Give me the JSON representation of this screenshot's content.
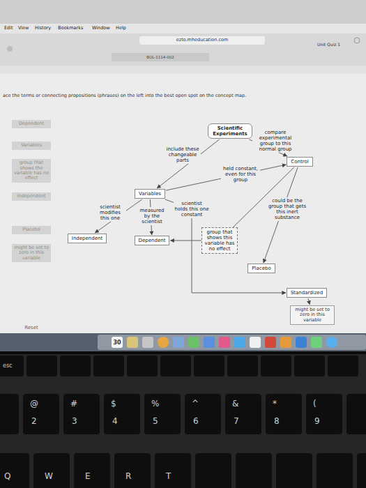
{
  "diagram": {
    "nodes": [
      {
        "text": [
          "Dependent"
        ]
      },
      {
        "text": [
          "Variables"
        ]
      },
      {
        "text": [
          "group that shows the variable has no effect"
        ]
      },
      {
        "text": [
          "Independent"
        ]
      },
      {
        "text": [
          "Placebo"
        ]
      },
      {
        "text": [
          "might be set to zero in this variable"
        ]
      },
      {
        "text": [
          "Scientific Experiments"
        ]
      },
      {
        "text": [
          "Variables"
        ]
      },
      {
        "text": [
          "Control"
        ]
      },
      {
        "text": [
          "Independent"
        ]
      },
      {
        "text": [
          "Dependent"
        ]
      },
      {
        "text": [
          "Placebo"
        ]
      },
      {
        "text": [
          "Standardized"
        ]
      },
      {
        "text": [
          "might be set to zero in this variable"
        ]
      }
    ],
    "edges": [
      {
        "from": 6,
        "to": 7,
        "arrow": "to",
        "label": "include these changeable parts"
      },
      {
        "from": 6,
        "to": 8,
        "arrow": "to",
        "label": "compare experimental group to this normal group"
      },
      {
        "from": 7,
        "to": 9,
        "arrow": "to",
        "label": "scientist modifies this one"
      },
      {
        "from": 7,
        "to": 10,
        "arrow": "to",
        "label": "measured by the scientist"
      },
      {
        "from": 7,
        "to": 8,
        "arrow": "to",
        "label": "held constant, even for this group"
      },
      {
        "from": 7,
        "to": 12,
        "arrow": "to",
        "label": "scientist holds this one constant"
      },
      {
        "from": 8,
        "to": 10,
        "arrow": "to",
        "label": "group that shows this variable has no effect"
      },
      {
        "from": 8,
        "to": 11,
        "arrow": "to",
        "label": "could be the group that gets this inert substance"
      },
      {
        "from": 12,
        "to": 13,
        "arrow": "to"
      }
    ],
    "labels": [
      "Edit",
      "View",
      "History",
      "Bookmarks",
      "Window",
      "Help",
      "ezto.mheducation.com",
      "Unit Quiz 1",
      "BOL-1114-002",
      "ace the terms or connecting propositions (phrases) on the left into the best open spot on the concept map.",
      "Reset",
      "30",
      "esc",
      "@",
      "2",
      "#",
      "3",
      "$",
      "4",
      "%",
      "5",
      "^",
      "6",
      "&",
      "7",
      "*",
      "8",
      "(",
      "9",
      "Q",
      "W",
      "E",
      "R",
      "T"
    ]
  }
}
